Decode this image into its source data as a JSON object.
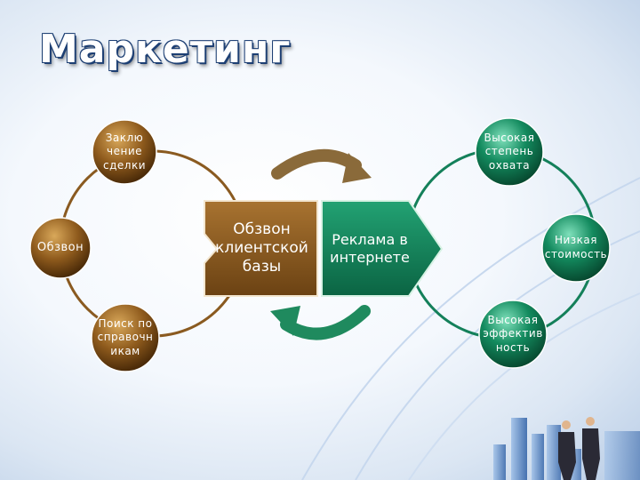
{
  "title": "Маркетинг",
  "left_cycle": {
    "nodes": [
      {
        "label": "Заклю\nчение\nсделки"
      },
      {
        "label": "Обзвон"
      },
      {
        "label": "Поиск по\nсправочн\nикам"
      }
    ]
  },
  "right_cycle": {
    "nodes": [
      {
        "label": "Высокая\nстепень\nохвата"
      },
      {
        "label": "Низкая\nстоимость"
      },
      {
        "label": "Высокая\nэффектив\nность"
      }
    ]
  },
  "center": {
    "left_label": "Обзвон\nклиентской\nбазы",
    "right_label": "Реклама в\nинтернете"
  },
  "colors": {
    "brown": "#8a5a20",
    "green": "#14805a",
    "title_outline": "#1d3f73"
  }
}
